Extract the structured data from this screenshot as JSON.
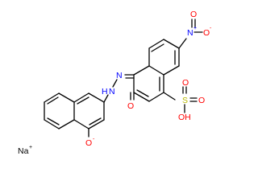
{
  "molecule": {
    "atoms": {
      "nitro_n": "N",
      "nitro_n_charge": "+",
      "nitro_o_top": "O",
      "nitro_o_side": "O",
      "nitro_o_side_charge": "-",
      "sulfur": "S",
      "sulfonyl_o_top": "O",
      "sulfonyl_o_right": "O",
      "sulfonic_oh": "OH",
      "azo_n_upper": "N",
      "hydrazo_nh_h": "H",
      "hydrazo_nh_n": "N",
      "keto_o": "O",
      "phenoxide_o": "O",
      "phenoxide_charge": "-",
      "sodium": "Na",
      "sodium_charge": "+"
    },
    "colors": {
      "bond": "#000000",
      "nitrogen": "#0000ff",
      "oxygen": "#ff0000",
      "sulfur": "#b8b800",
      "sodium": "#000000",
      "carbon_h": "#000000"
    }
  }
}
